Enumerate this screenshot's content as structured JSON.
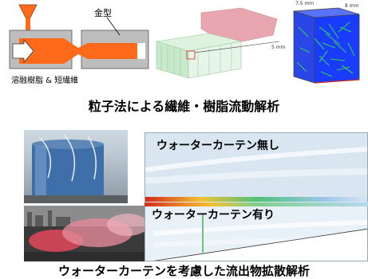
{
  "top": {
    "mold_label": "金型",
    "resin_label": "溶融樹脂 & 短繊維",
    "dim_a": "7.5 mm",
    "dim_b": "8 mm",
    "dim_c": "5 mm",
    "caption": "粒子法による繊維・樹脂流動解析"
  },
  "bottom": {
    "no_curtain_label": "ウォーターカーテン無し",
    "with_curtain_label": "ウォーターカーテン有り",
    "caption": "ウォーターカーテンを考慮した流出物拡散解析"
  },
  "colors": {
    "mold_gray": "#bdbdbd",
    "resin_orange": "#ff6a1a",
    "grid_blue": "#1a3cff",
    "fiber_green": "#33cc55",
    "sim_bg": "#d9e6f2",
    "flow_red": "#d42a1a"
  }
}
